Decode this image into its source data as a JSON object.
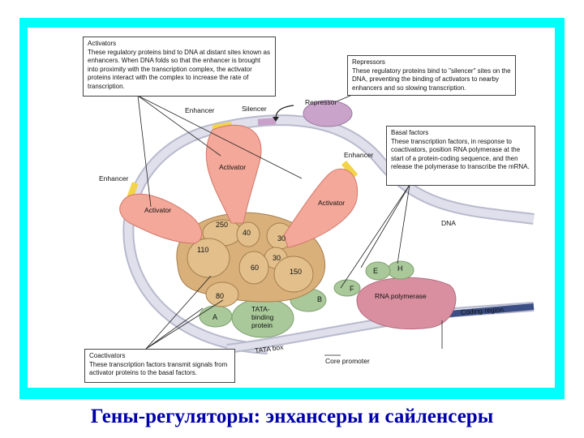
{
  "callouts": {
    "activators": {
      "title": "Activators",
      "text": "These regulatory proteins bind to DNA at distant sites known as enhancers. When DNA folds so that the enhancer is brought into proximity with the transcription complex, the activator proteins interact with the complex to increase the rate of transcription."
    },
    "repressors": {
      "title": "Repressors",
      "text": "These regulatory proteins bind to \"silencer\" sites on the DNA, preventing the binding of activators to nearby enhancers and so slowing transcription."
    },
    "basal": {
      "title": "Basal factors",
      "text": "These transcription factors, in response to coactivators, position RNA polymerase at the start of a protein-coding sequence, and then release the polymerase to transcribe the mRNA."
    },
    "coactivators": {
      "title": "Coactivators",
      "text": "These transcription factors transmit signals from activator proteins to the basal factors."
    }
  },
  "labels": {
    "enhancer_top": "Enhancer",
    "silencer": "Silencer",
    "repressor": "Repressor",
    "enhancer_left": "Enhancer",
    "enhancer_right": "Enhancer",
    "activator_center": "Activator",
    "activator_left": "Activator",
    "activator_right": "Activator",
    "dna": "DNA",
    "rna_polymerase": "RNA polymerase",
    "coding_region": "Coding region",
    "tata_binding": "TATA-\nbinding\nprotein",
    "tata_box": "TATA box",
    "core_promoter": "Core promoter"
  },
  "subunits": {
    "s250": "250",
    "s40": "40",
    "s30a": "30",
    "s110": "110",
    "s30b": "30",
    "s60": "60",
    "s150": "150",
    "s80": "80",
    "sA": "A",
    "sB": "B",
    "sE": "E",
    "sH": "H",
    "sF": "F"
  },
  "colors": {
    "frame": "#00ffff",
    "caption": "#0000aa",
    "activator": "#f4a89a",
    "coactivator": "#d9b07a",
    "basal": "#a9c99a",
    "polymerase": "#d98fa0",
    "dna": "#d3d5e4"
  },
  "caption": "Гены-регуляторы: энхансеры и сайленсеры"
}
